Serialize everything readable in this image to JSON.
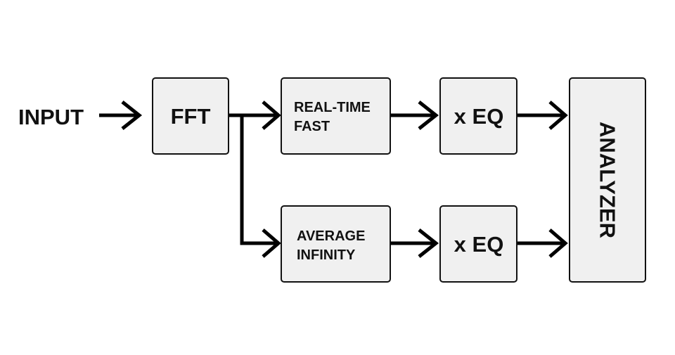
{
  "diagram": {
    "input_label": "INPUT",
    "fft_label": "FFT",
    "realtime_line1": "REAL-TIME",
    "realtime_line2": "FAST",
    "average_line1": "AVERAGE",
    "average_line2": "INFINITY",
    "eq_top_label": "x EQ",
    "eq_bottom_label": "x EQ",
    "analyzer_label": "ANALYZER"
  },
  "colors": {
    "box_fill": "#f0f0f0",
    "stroke": "#111111",
    "arrow": "#000000",
    "background": "#ffffff"
  }
}
